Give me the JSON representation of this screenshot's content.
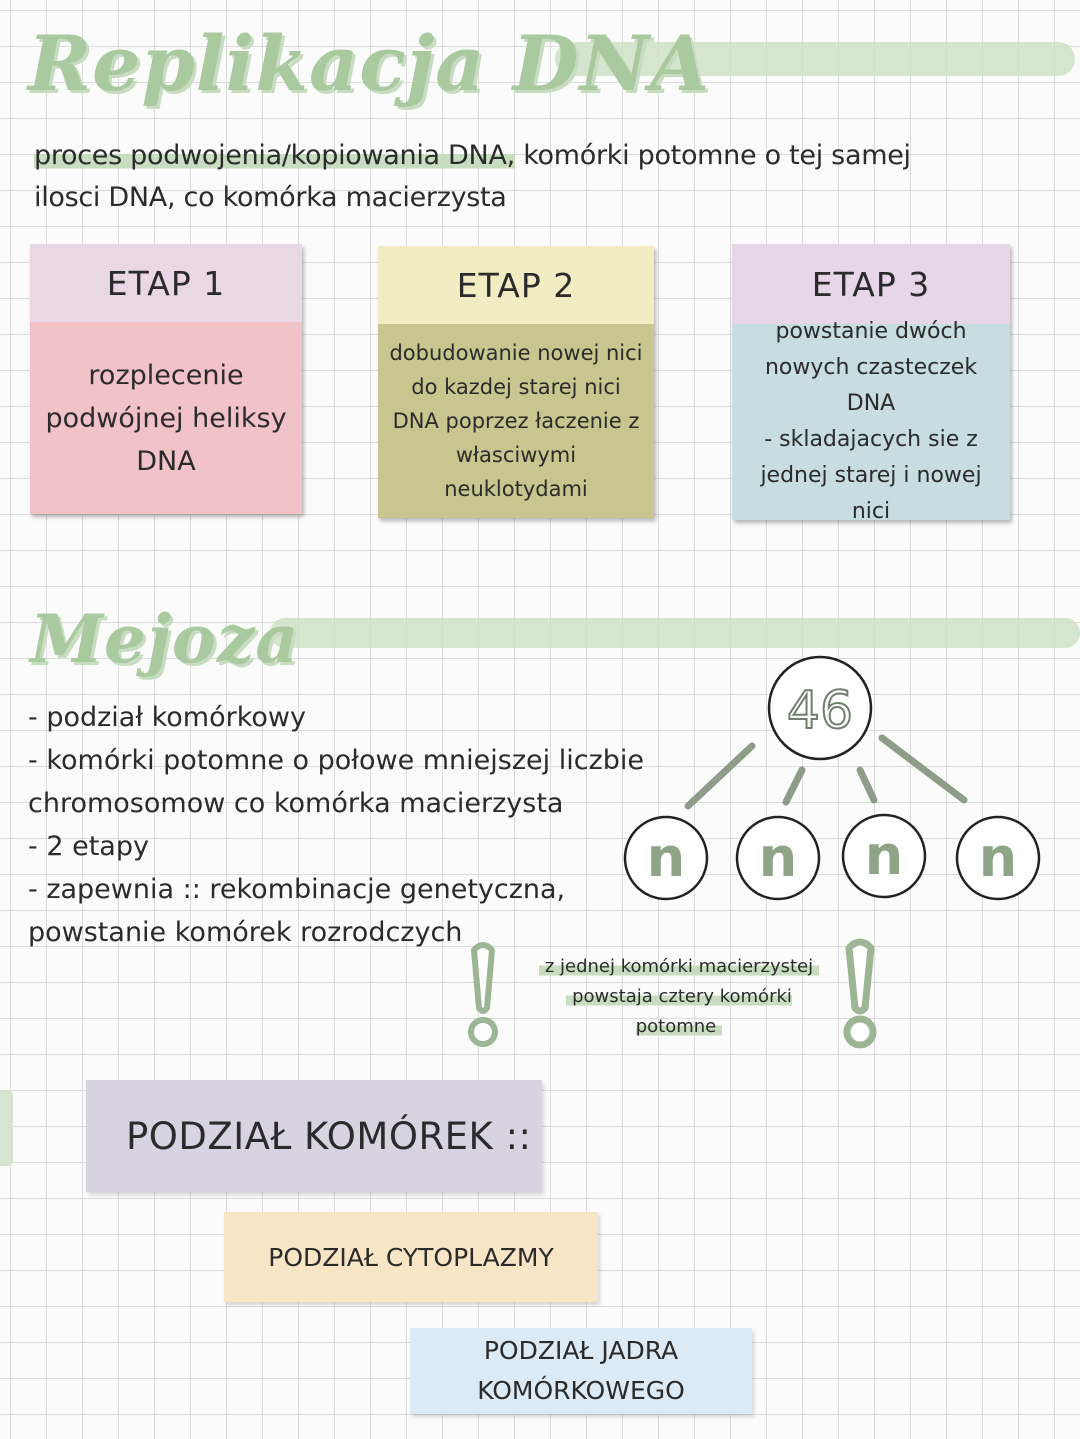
{
  "section1": {
    "title": "Replikacja DNA",
    "intro": {
      "line1_highlight": "proces podwojenia/kopiowania DNA,",
      "line1_rest": " komórki potomne o tej samej",
      "line2": "ilosci DNA, co komórka macierzysta"
    },
    "stages": [
      {
        "title": "ETAP 1",
        "lines": [
          "rozplecenie",
          "podwójnej heliksy",
          "DNA"
        ]
      },
      {
        "title": "ETAP 2",
        "lines": [
          "dobudowanie nowej nici",
          "do kazdej starej nici",
          "DNA poprzez łaczenie z",
          "własciwymi",
          "neuklotydami"
        ]
      },
      {
        "title": "ETAP 3",
        "lines": [
          "powstanie dwóch",
          "nowych czasteczek DNA",
          "- skladajacych sie z",
          "jednej starej i nowej nici"
        ]
      }
    ]
  },
  "section2": {
    "title": "Mejoza",
    "bullets": [
      "- podział komórkowy",
      "- komórki potomne o połowe mniejszej liczbie",
      "chromosomow co komórka macierzysta",
      "- 2 etapy",
      "- zapewnia :: rekombinacje genetyczna,",
      "powstanie komórek rozrodczych"
    ],
    "diagram": {
      "parent": "46",
      "children": [
        "n",
        "n",
        "n",
        "n"
      ]
    },
    "note": {
      "line1": "z jednej komórki macierzystej",
      "line2": "powstaja cztery komórki potomne"
    }
  },
  "section3": {
    "title": "PODZIAŁ KOMÓREK ::",
    "item1": "PODZIAŁ CYTOPLAZMY",
    "item2_line1": "PODZIAŁ JADRA",
    "item2_line2": "KOMÓRKOWEGO"
  },
  "colors": {
    "accent_green": "#a9c99e",
    "etap1_head": "#ead7e6",
    "etap1_body": "#f2c2c9",
    "etap2_head": "#f1ecc2",
    "etap2_body": "#c8c68e",
    "etap3_head": "#e6d6e7",
    "etap3_body": "#c7dde1",
    "podzial_komorek": "#d8d3e1",
    "podzial_cytoplazmy": "#f7e5c6",
    "podzial_jadra": "#dceaf5"
  }
}
